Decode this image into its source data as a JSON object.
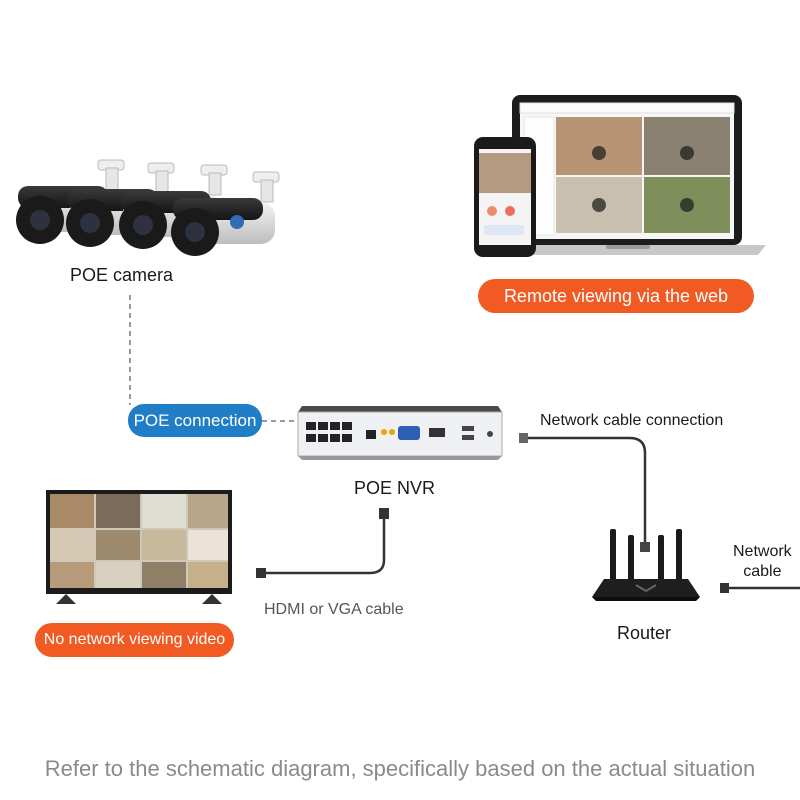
{
  "nodes": {
    "camera": {
      "label": "POE camera"
    },
    "nvr": {
      "label": "POE NVR"
    },
    "router": {
      "label": "Router"
    }
  },
  "pills": {
    "remote": "Remote viewing via the web",
    "poe_connection": "POE connection",
    "no_network": "No network viewing video"
  },
  "connections": {
    "network_cable_connection": "Network cable connection",
    "hdmi_vga": "HDMI or VGA cable",
    "network_cable_line1": "Network",
    "network_cable_line2": "cable"
  },
  "footer": "Refer to the schematic diagram, specifically based on the actual situation",
  "colors": {
    "orange": "#f15a22",
    "blue": "#1f7ec6",
    "cable": "#333333",
    "dashed": "#9a9a9a",
    "footer_text": "#8a8a8a"
  }
}
